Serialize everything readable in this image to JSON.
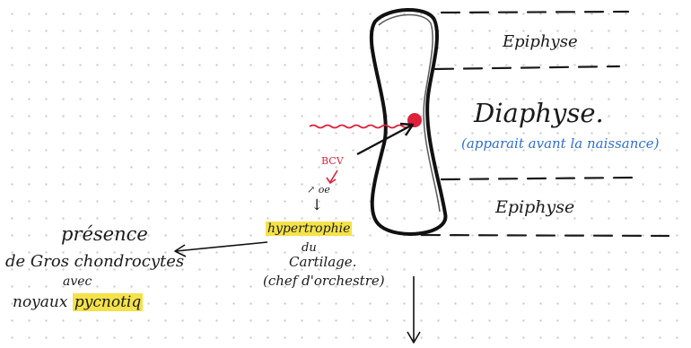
{
  "colors": {
    "ink": "#1a1a1a",
    "red": "#e0203a",
    "blue": "#2f6fd0",
    "highlight": "#f4e24a",
    "dots": "#c9c9c9"
  },
  "labels": {
    "epiphyse_top": "Epiphyse",
    "diaphyse": "Diaphyse.",
    "diaphyse_note": "(apparait avant la naissance)",
    "epiphyse_bottom": "Epiphyse",
    "bcv": "BCV",
    "oe": "↗ oe",
    "down_arrow": "↓",
    "hypertrophie": "hypertrophie",
    "du": "du",
    "cartilage": "Cartilage.",
    "chef": "(chef d'orchestre)",
    "presence": "présence",
    "gros": "de Gros chondrocytes",
    "avec": "avec",
    "noyaux": "noyaux",
    "pycnotiq": "pycnotiq"
  }
}
